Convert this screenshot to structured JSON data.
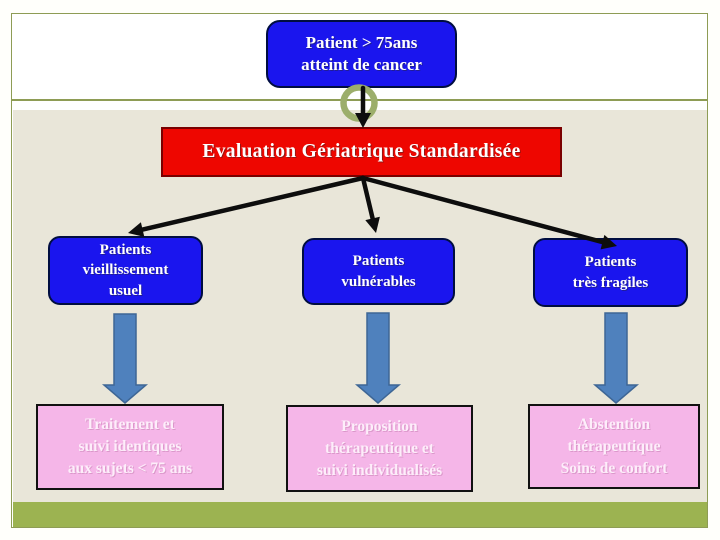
{
  "colors": {
    "page_bg": "#fffffb",
    "frame_border": "#8e9c55",
    "content_bg": "#e9e6d9",
    "footer_bar": "#9cb351",
    "category_fill": "#1a15ee",
    "category_border": "#000d40",
    "eval_fill": "#ee0600",
    "eval_border": "#7a0000",
    "outcome_fill": "#f5b6e8",
    "outcome_border": "#111111",
    "block_arrow_fill": "#4f81bd",
    "block_arrow_border": "#3e6695",
    "connector": "#0d0d0d",
    "ring": "#9cae6b",
    "box_text": "#ffffff",
    "outcome_text": "#fdeefa"
  },
  "diagram": {
    "patient_box": {
      "label": "Patient > 75ans\natteint de cancer"
    },
    "evaluation_box": {
      "label": "Evaluation Gériatrique Standardisée"
    },
    "categories": [
      {
        "label": "Patients\nvieillissement\nusuel"
      },
      {
        "label": "Patients\nvulnérables"
      },
      {
        "label": "Patients\ntrès fragiles"
      }
    ],
    "outcomes": [
      {
        "label": "Traitement et\nsuivi identiques\naux sujets < 75 ans"
      },
      {
        "label": "Proposition\nthérapeutique et\nsuivi individualisés"
      },
      {
        "label": "Abstention\nthérapeutique\nSoins de confort"
      }
    ]
  }
}
